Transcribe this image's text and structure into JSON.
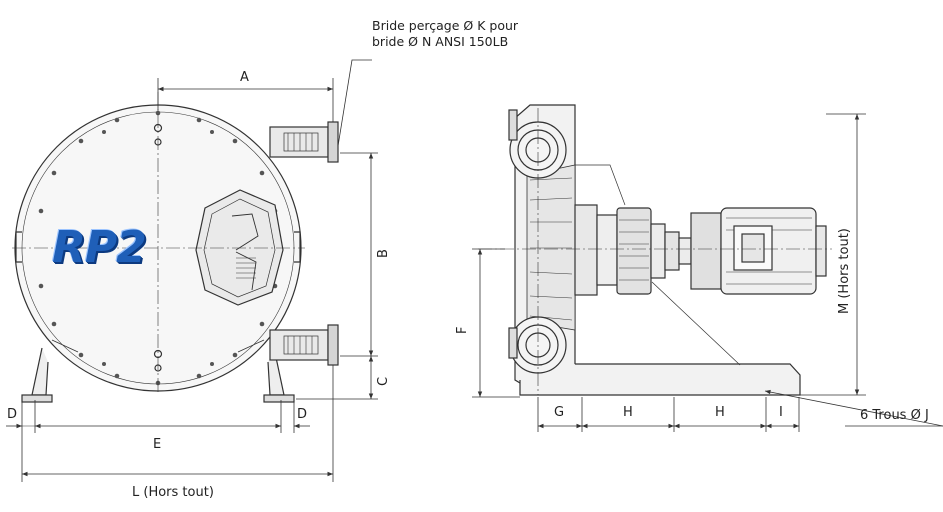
{
  "logo": "RP2",
  "notes": {
    "flange_line1": "Bride perçage Ø K pour",
    "flange_line2": "bride Ø N ANSI 150LB",
    "holes": "6 Trous Ø J"
  },
  "dimensions": {
    "A": "A",
    "B": "B",
    "C": "C",
    "D_left": "D",
    "D_right": "D",
    "E": "E",
    "L": "L (Hors tout)",
    "F": "F",
    "G": "G",
    "H1": "H",
    "H2": "H",
    "I": "I",
    "M": "M (Hors tout)"
  }
}
